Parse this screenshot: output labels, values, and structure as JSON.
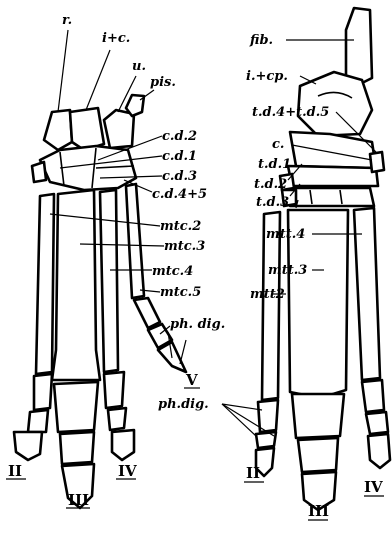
{
  "left_labels": {
    "r": "r.",
    "ic": "i+c.",
    "u": "u.",
    "pis": "pis.",
    "cd2": "c.d.2",
    "cd1": "c.d.1",
    "cd3": "c.d.3",
    "cd45": "c.d.4+5",
    "mtc2": "mtc.2",
    "mtc3": "mtc.3",
    "mtc4": "mtc.4",
    "mtc5": "mtc.5",
    "phdig": "ph. dig.",
    "digit_II": "II",
    "digit_III": "III",
    "digit_IV": "IV",
    "digit_V": "V"
  },
  "right_labels": {
    "fib": "fib.",
    "icp": "i.+cp.",
    "td45": "t.d.4+t.d.5",
    "c": "c.",
    "td1": "t.d.1",
    "td2": "t.d.2",
    "td3": "t.d.3",
    "mtt4": "mtt.4",
    "mtt3": "mtt.3",
    "mtt2": "mtt2",
    "phdig": "ph.dig.",
    "digit_II": "II",
    "digit_III": "III",
    "digit_IV": "IV"
  }
}
